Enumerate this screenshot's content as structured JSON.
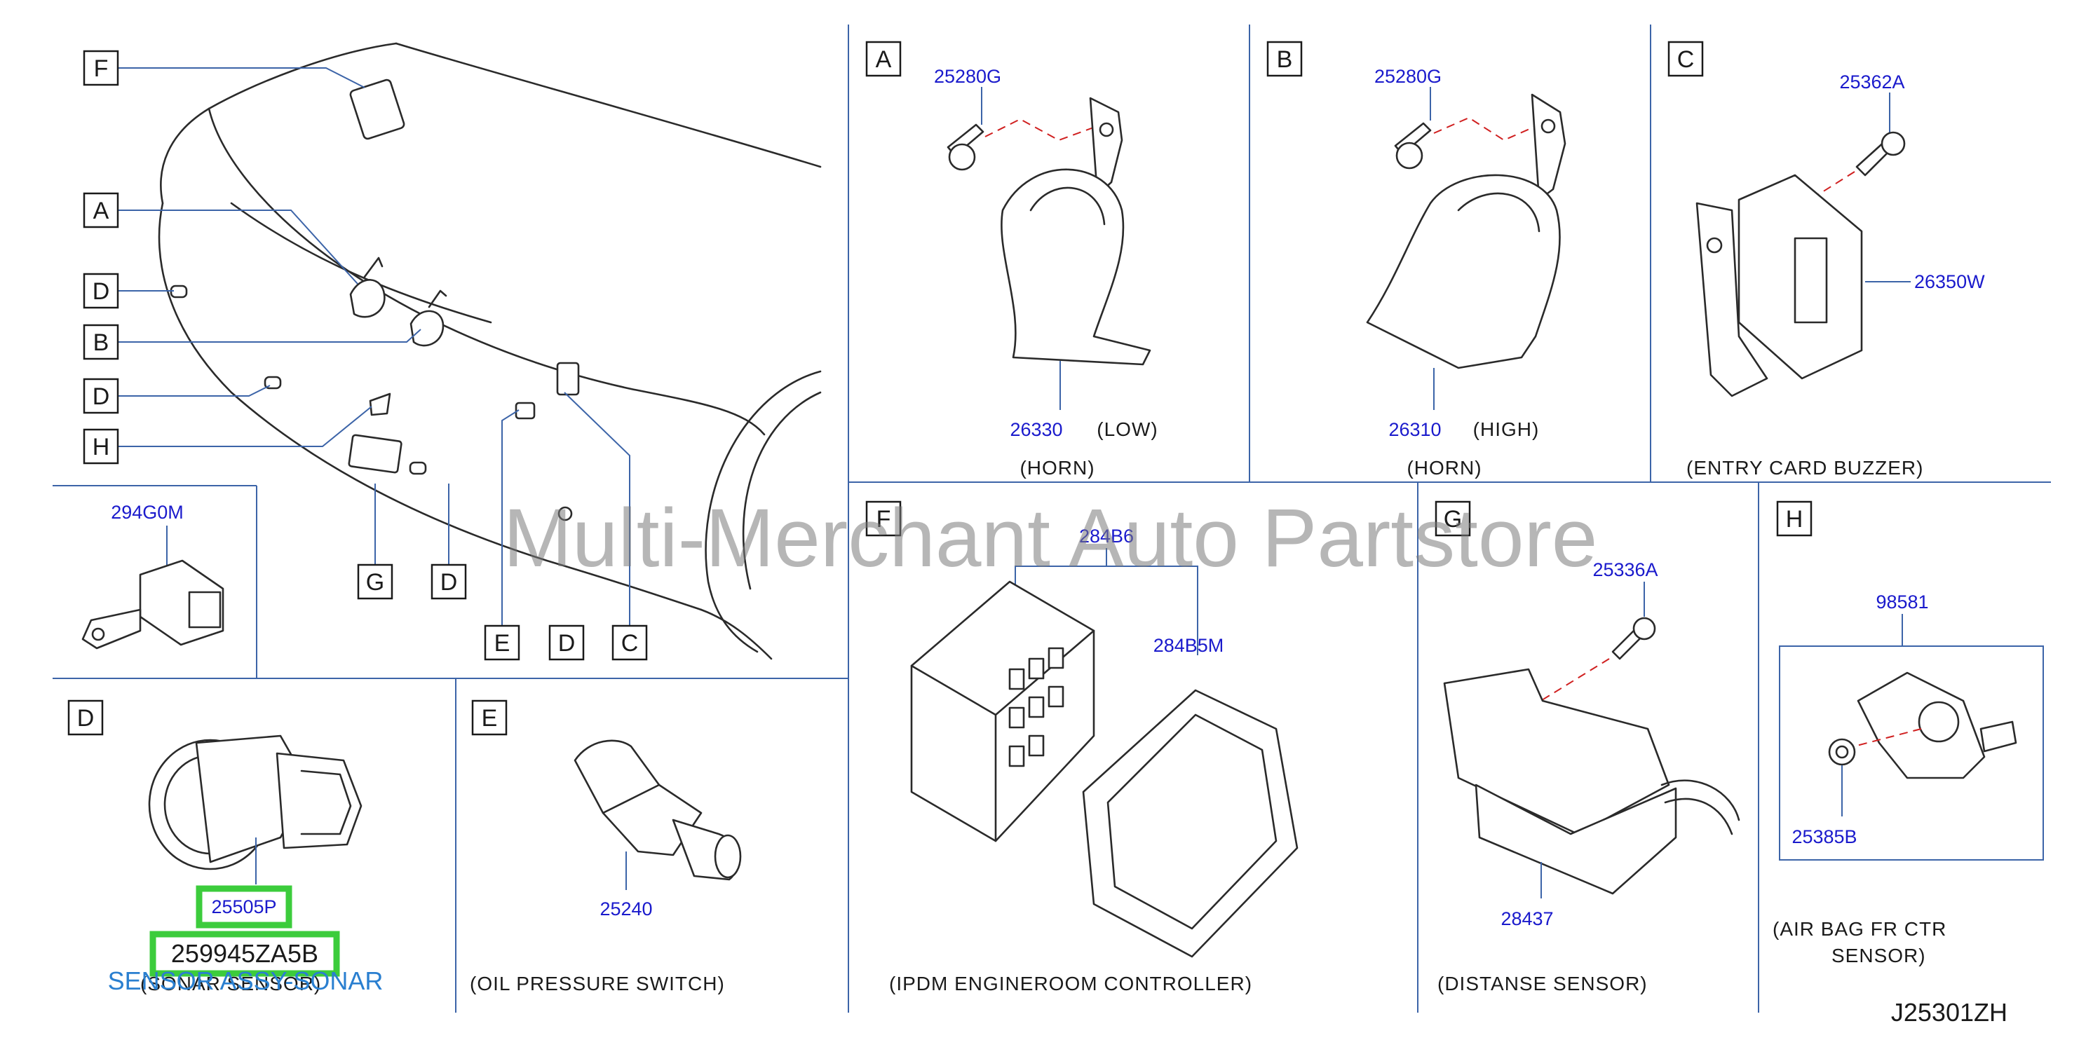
{
  "letters": {
    "A": "A",
    "B": "B",
    "C": "C",
    "D": "D",
    "E": "E",
    "F": "F",
    "G": "G",
    "H": "H"
  },
  "parts": {
    "a_bolt": "25280G",
    "a_horn": "26330",
    "a_low": "(LOW)",
    "a_caption": "(HORN)",
    "b_bolt": "25280G",
    "b_horn": "26310",
    "b_high": "(HIGH)",
    "b_caption": "(HORN)",
    "c_bolt": "25362A",
    "c_buzzer": "26350W",
    "c_caption": "(ENTRY    CARD    BUZZER)",
    "conn": "294G0M",
    "d_sensor": "25505P",
    "d_caption": "(SONAR   SENSOR)",
    "e_switch": "25240",
    "e_caption": "(OIL    PRESSURE    SWITCH)",
    "f_ipdm": "284B6",
    "f_frame": "284B5M",
    "f_caption": "(IPDM    ENGINEROOM    CONTROLLER)",
    "g_bolt": "25336A",
    "g_sensor": "28437",
    "g_caption": "(DISTANSE    SENSOR)",
    "h_sensor": "98581",
    "h_nut": "25385B",
    "h_caption_1": "(AIR    BAG    FR    CTR",
    "h_caption_2": "SENSOR)"
  },
  "overlay": {
    "highlight_code": "259945ZA5B",
    "subtitle": "SENSOR ASSY-SONAR",
    "watermark": "Multi-Merchant Auto Partstore"
  },
  "diagram_code": "J25301ZH",
  "colors": {
    "part_number": "#1a1acc",
    "leader": "#3c64a8",
    "dashed_axis": "#d02020",
    "highlight": "#3ccc3c",
    "subtitle": "#2a7fd0"
  }
}
